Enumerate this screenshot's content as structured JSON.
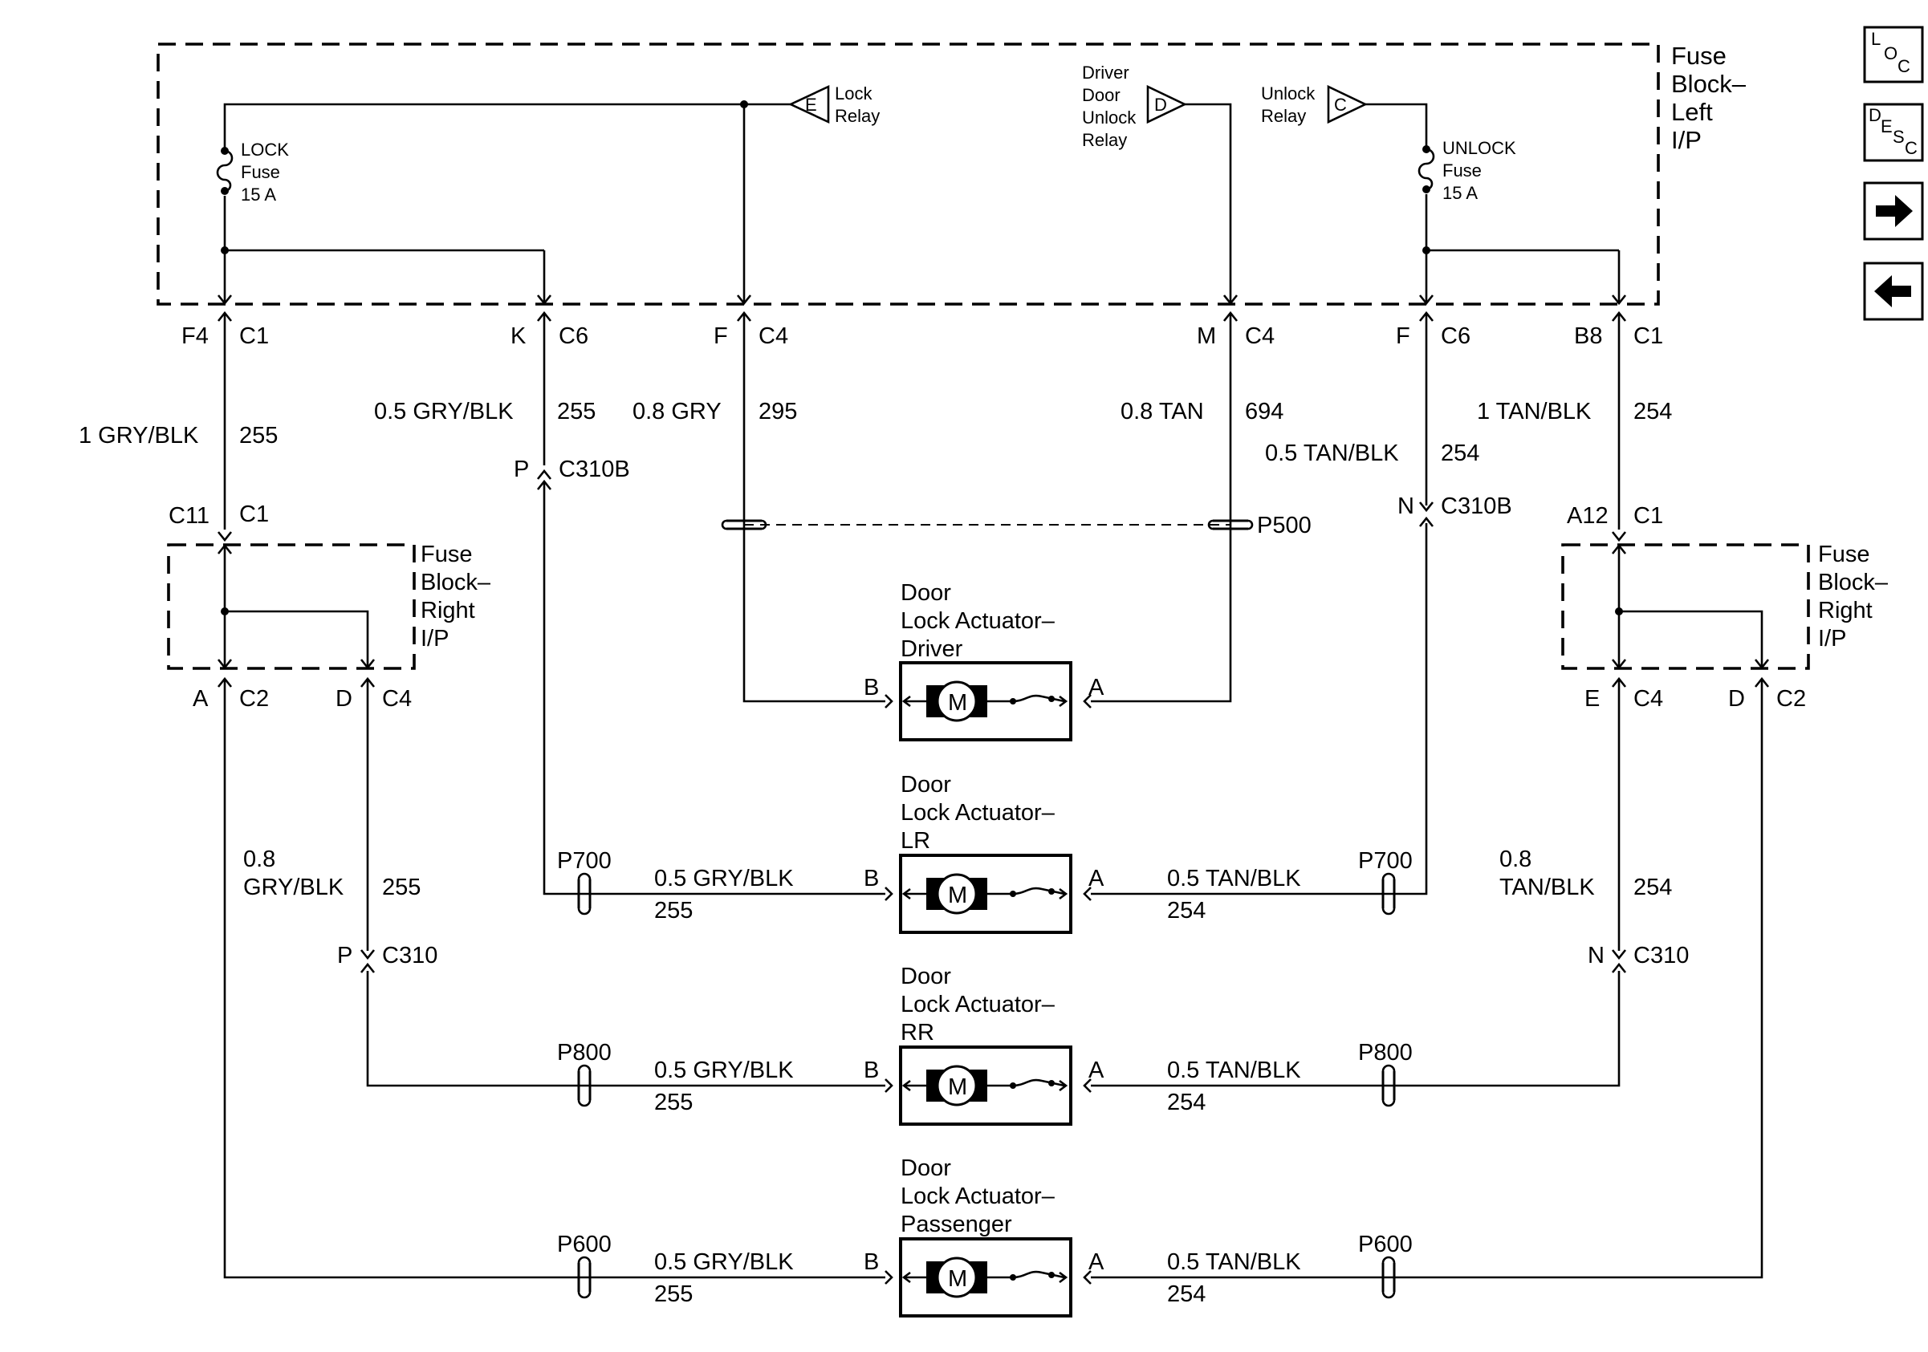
{
  "fuse_block_left": {
    "title_lines": [
      "Fuse",
      "Block–",
      "Left",
      "I/P"
    ],
    "lock_fuse": [
      "LOCK",
      "Fuse",
      "15 A"
    ],
    "unlock_fuse": [
      "UNLOCK",
      "Fuse",
      "15 A"
    ],
    "lock_relay": {
      "letter": "E",
      "lines": [
        "Lock",
        "Relay"
      ]
    },
    "driver_unlock_relay": {
      "letter": "D",
      "lines": [
        "Driver",
        "Door",
        "Unlock",
        "Relay"
      ]
    },
    "unlock_relay": {
      "letter": "C",
      "lines": [
        "Unlock",
        "Relay"
      ]
    }
  },
  "fuse_block_right": {
    "title_lines": [
      "Fuse",
      "Block–",
      "Right",
      "I/P"
    ]
  },
  "top_terminals": [
    {
      "pin": "F4",
      "conn": "C1"
    },
    {
      "pin": "K",
      "conn": "C6"
    },
    {
      "pin": "F",
      "conn": "C4"
    },
    {
      "pin": "M",
      "conn": "C4"
    },
    {
      "pin": "F",
      "conn": "C6"
    },
    {
      "pin": "B8",
      "conn": "C1"
    }
  ],
  "wire_labels": [
    {
      "wire": "1 GRY/BLK",
      "circuit": "255"
    },
    {
      "wire": "0.5 GRY/BLK",
      "circuit": "255"
    },
    {
      "wire": "0.8 GRY",
      "circuit": "295"
    },
    {
      "wire": "0.8 TAN",
      "circuit": "694"
    },
    {
      "wire": "0.5 TAN/BLK",
      "circuit": "254"
    },
    {
      "wire": "1 TAN/BLK",
      "circuit": "254"
    }
  ],
  "inline_connectors": {
    "c310b_left": {
      "pin": "P",
      "conn": "C310B"
    },
    "c310b_right": {
      "pin": "N",
      "conn": "C310B"
    },
    "p500": "P500",
    "c310_left": {
      "pin": "P",
      "conn": "C310"
    },
    "c310_right": {
      "pin": "N",
      "conn": "C310"
    }
  },
  "right_block_inputs": {
    "left": {
      "pin": "C11",
      "conn": "C1"
    },
    "right": {
      "pin": "A12",
      "conn": "C1"
    }
  },
  "right_block_outputs": [
    {
      "pin": "A",
      "conn": "C2"
    },
    {
      "pin": "D",
      "conn": "C4"
    },
    {
      "pin": "E",
      "conn": "C4"
    },
    {
      "pin": "D",
      "conn": "C2"
    }
  ],
  "vertical_wires": {
    "left": {
      "gauge": "0.8",
      "color": "GRY/BLK",
      "circuit": "255"
    },
    "right": {
      "gauge": "0.8",
      "color": "TAN/BLK",
      "circuit": "254"
    }
  },
  "actuators": [
    {
      "title": [
        "Door",
        "Lock Actuator–",
        "Driver"
      ],
      "pin_b": "B",
      "pin_a": "A",
      "motor": "M"
    },
    {
      "title": [
        "Door",
        "Lock Actuator–",
        "LR"
      ],
      "pin_b": "B",
      "pin_a": "A",
      "motor": "M",
      "left_splice": "P700",
      "left_wire": "0.5 GRY/BLK",
      "left_circuit": "255",
      "right_splice": "P700",
      "right_wire": "0.5 TAN/BLK",
      "right_circuit": "254"
    },
    {
      "title": [
        "Door",
        "Lock Actuator–",
        "RR"
      ],
      "pin_b": "B",
      "pin_a": "A",
      "motor": "M",
      "left_splice": "P800",
      "left_wire": "0.5 GRY/BLK",
      "left_circuit": "255",
      "right_splice": "P800",
      "right_wire": "0.5 TAN/BLK",
      "right_circuit": "254"
    },
    {
      "title": [
        "Door",
        "Lock Actuator–",
        "Passenger"
      ],
      "pin_b": "B",
      "pin_a": "A",
      "motor": "M",
      "left_splice": "P600",
      "left_wire": "0.5 GRY/BLK",
      "left_circuit": "255",
      "right_splice": "P600",
      "right_wire": "0.5 TAN/BLK",
      "right_circuit": "254"
    }
  ],
  "nav_buttons": {
    "loc": [
      "L",
      "O",
      "C"
    ],
    "desc": [
      "D",
      "E",
      "S",
      "C"
    ],
    "next_icon": "arrow-right-icon",
    "prev_icon": "arrow-left-icon"
  }
}
